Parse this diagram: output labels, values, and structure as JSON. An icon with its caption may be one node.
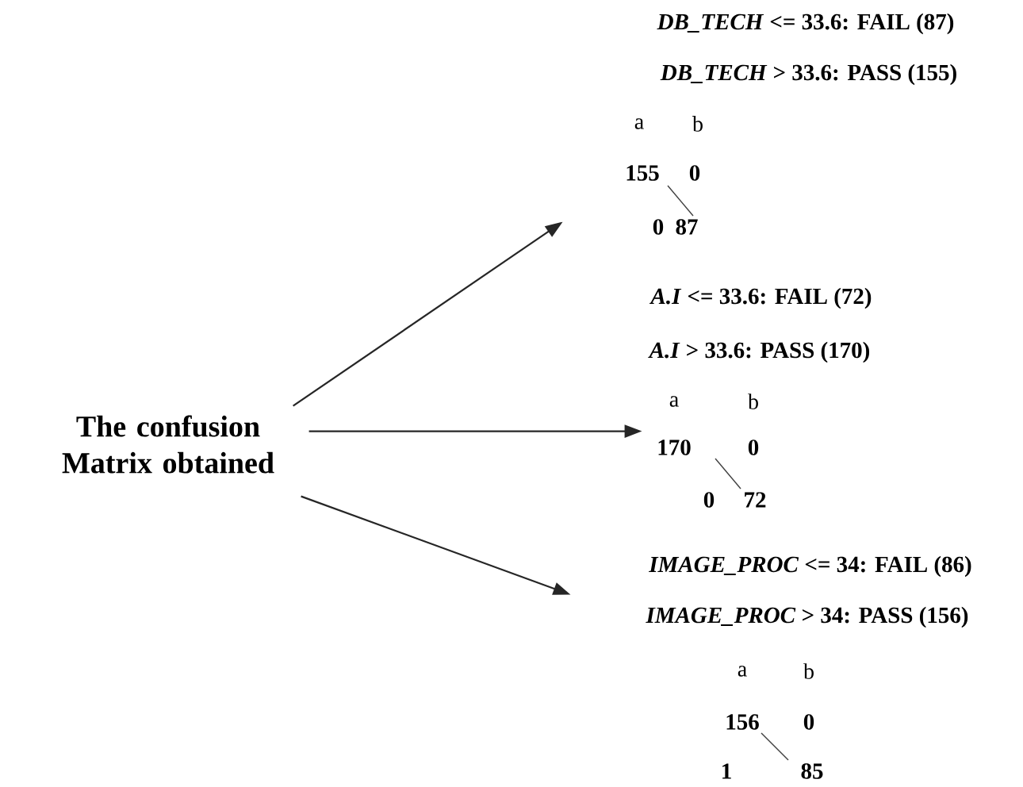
{
  "diagram": {
    "nodes": [
      {
        "text": [
          "The confusion Matrix obtained"
        ]
      },
      {
        "text": [
          "*DB_TECH* <= 33.6: FAIL (87)",
          "*DB_TECH* > 33.6: PASS (155)",
          "a",
          "b",
          "155",
          "0",
          "0",
          "87"
        ]
      },
      {
        "text": [
          "*A.I* <= 33.6: FAIL (72)",
          "*A.I* > 33.6: PASS (170)",
          "a",
          "b",
          "170",
          "0",
          "0",
          "72"
        ]
      },
      {
        "text": [
          "*IMAGE_PROC* <= 34: FAIL (86)",
          "*IMAGE_PROC* > 34: PASS (156)",
          "a",
          "b",
          "156",
          "0",
          "1",
          "85"
        ]
      }
    ],
    "edges": [
      {
        "from": 0,
        "to": 1,
        "arrow": "to"
      },
      {
        "from": 0,
        "to": 2,
        "arrow": "to"
      },
      {
        "from": 0,
        "to": 3,
        "arrow": "to"
      }
    ]
  }
}
